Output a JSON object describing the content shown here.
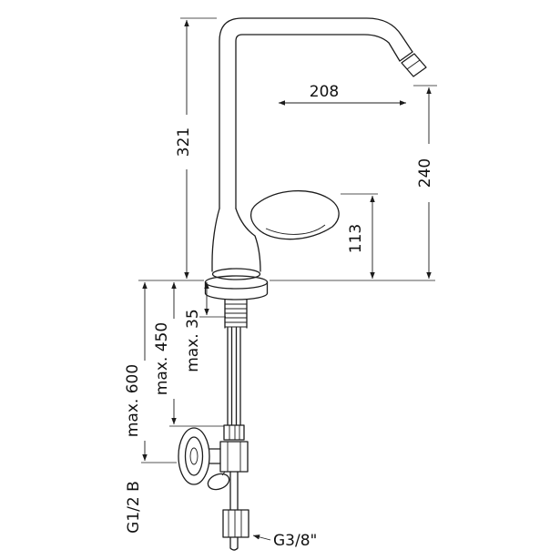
{
  "labels": {
    "dim_208": "208",
    "dim_321": "321",
    "dim_240": "240",
    "dim_113": "113",
    "dim_max35": "max. 35",
    "dim_max450": "max. 450",
    "dim_max600": "max. 600",
    "thread_wall": "G1/2 B",
    "thread_hose": "G3/8\""
  },
  "colors": {
    "line": "#1c1c1c",
    "text": "#111111",
    "background": "#ffffff"
  }
}
